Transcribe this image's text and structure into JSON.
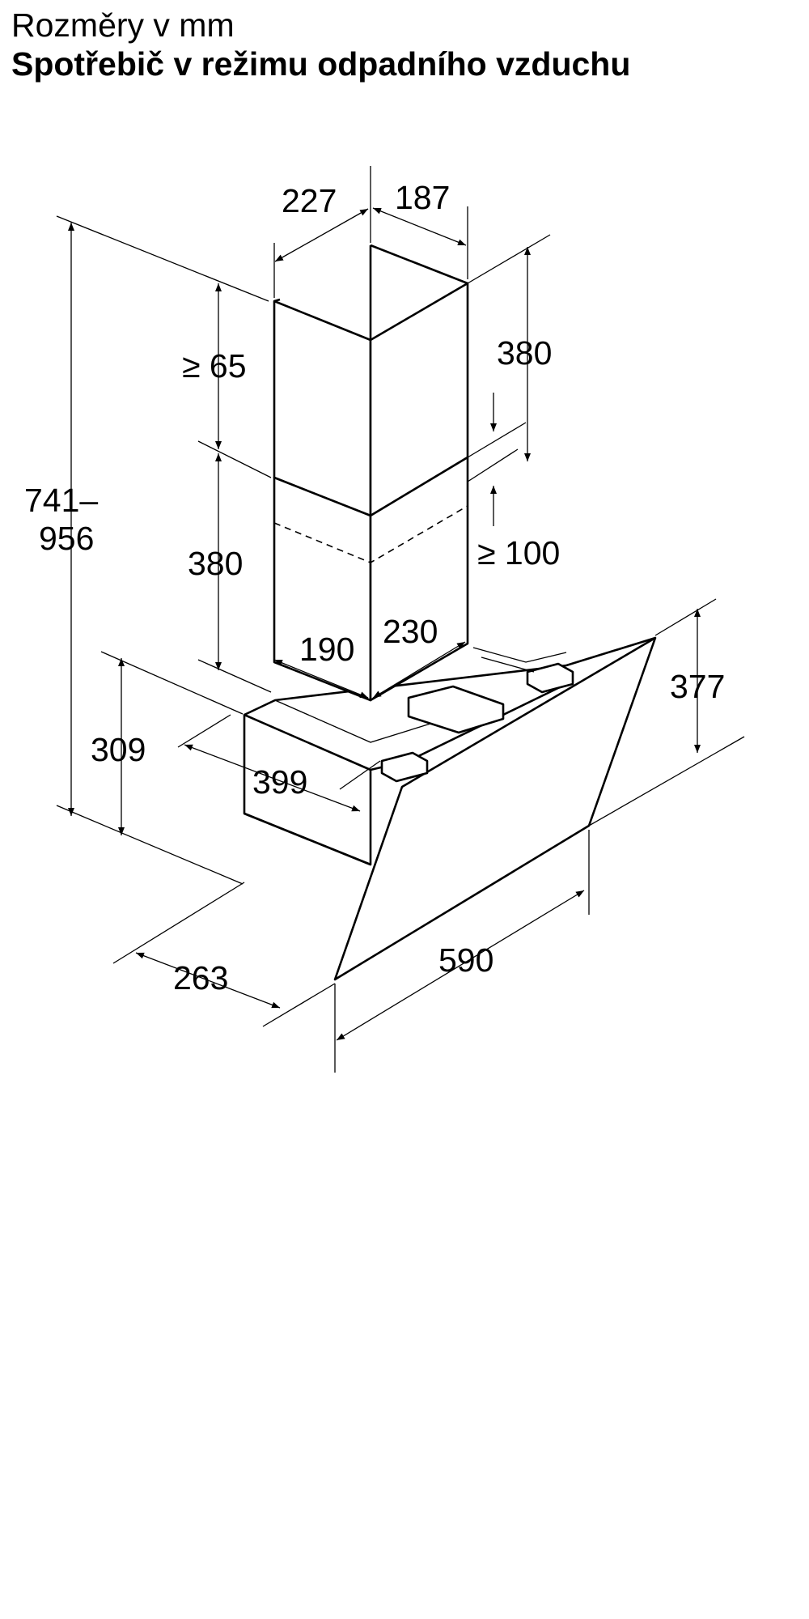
{
  "header": {
    "title": "Rozměry v mm",
    "subtitle": "Spotřebič v režimu odpadního vzduchu"
  },
  "dimensions": {
    "chimney_depth": "227",
    "chimney_width": "187",
    "min_top_gap": "≥ 65",
    "upper_section_height": "380",
    "lower_section_height": "380",
    "min_overlap": "≥ 100",
    "total_height_line1": "741–",
    "total_height_line2": "956",
    "base_inner_depth": "190",
    "base_inner_width": "230",
    "body_height": "309",
    "glass_height": "377",
    "body_depth_offset": "399",
    "body_depth": "263",
    "total_width": "590"
  }
}
